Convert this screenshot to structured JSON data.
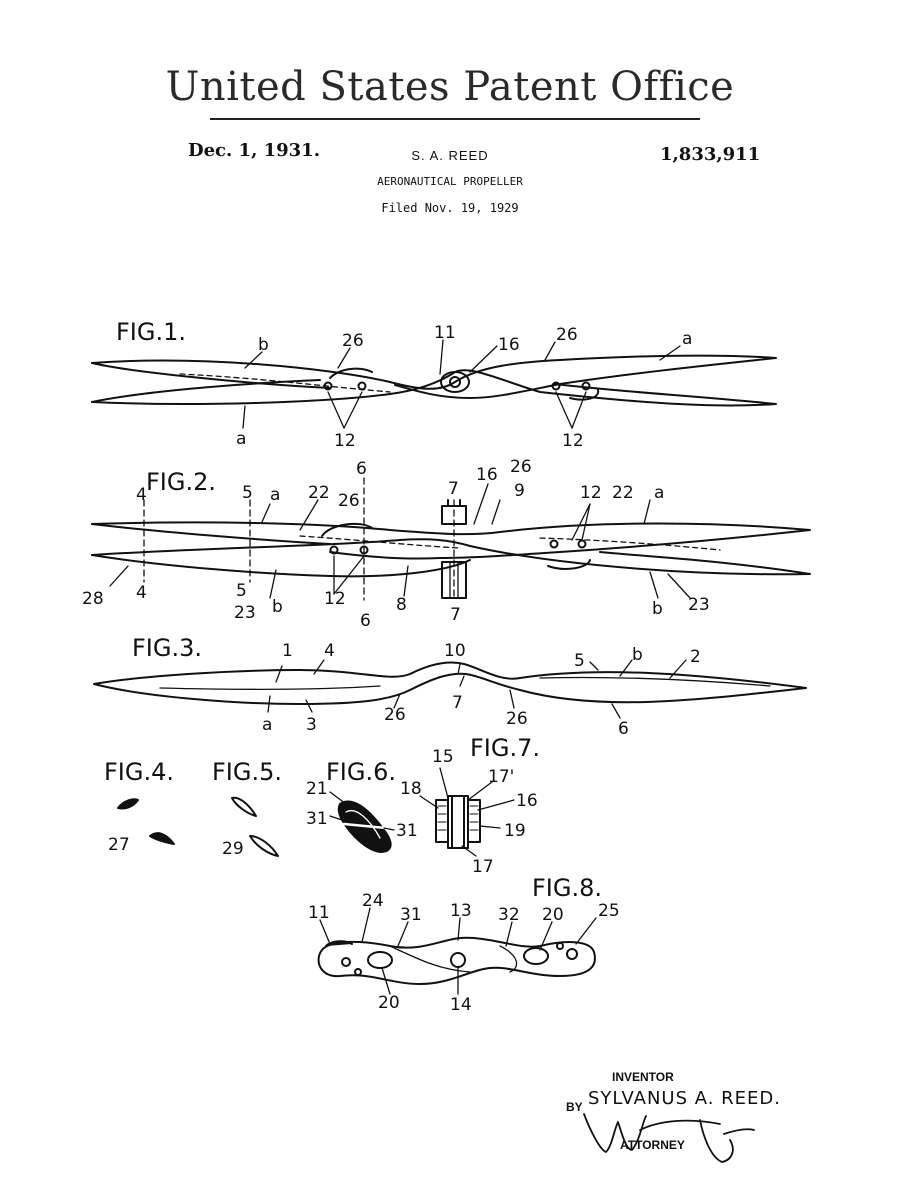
{
  "header": {
    "office": "United States Patent Office",
    "date": "Dec. 1, 1931.",
    "inventor": "S. A. REED",
    "patent_number": "1,833,911",
    "subject": "AERONAUTICAL PROPELLER",
    "filed": "Filed Nov. 19, 1929"
  },
  "figures": {
    "fig1": "FIG.1.",
    "fig2": "FIG.2.",
    "fig3": "FIG.3.",
    "fig4": "FIG.4.",
    "fig5": "FIG.5.",
    "fig6": "FIG.6.",
    "fig7": "FIG.7.",
    "fig8": "FIG.8."
  },
  "refs": {
    "fig1": [
      "b",
      "26",
      "11",
      "16",
      "26",
      "a",
      "a",
      "12",
      "12"
    ],
    "fig2": [
      "4",
      "5",
      "a",
      "22",
      "26",
      "6",
      "7",
      "16",
      "26",
      "9",
      "12",
      "22",
      "a",
      "28",
      "4",
      "5",
      "23",
      "b",
      "12",
      "6",
      "8",
      "7",
      "b",
      "23"
    ],
    "fig3": [
      "1",
      "4",
      "10",
      "5",
      "b",
      "2",
      "a",
      "3",
      "26",
      "7",
      "26",
      "6"
    ],
    "fig4_6": [
      "27",
      "29",
      "21",
      "31",
      "31"
    ],
    "fig7": [
      "15",
      "17'",
      "18",
      "16",
      "19",
      "17"
    ],
    "fig8": [
      "11",
      "24",
      "31",
      "13",
      "32",
      "20",
      "25",
      "20",
      "14"
    ]
  },
  "signature": {
    "inventor_label": "INVENTOR",
    "by": "BY",
    "name": "SYLVANUS A. REED.",
    "attorney_label": "ATTORNEY"
  }
}
